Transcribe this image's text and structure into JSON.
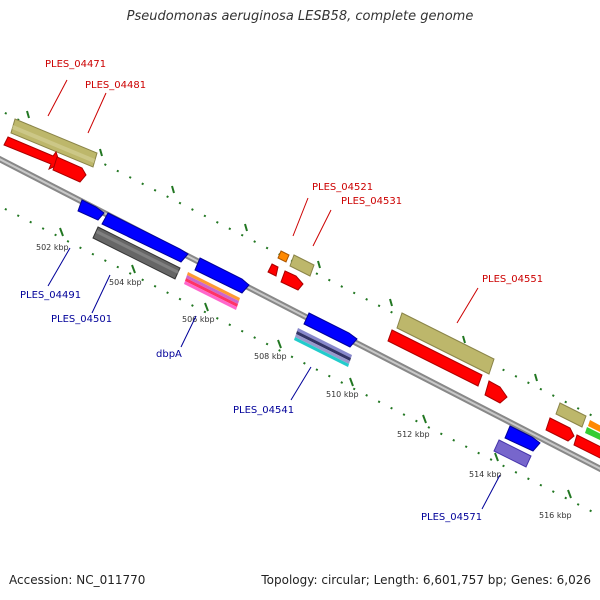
{
  "title": "Pseudomonas aeruginosa LESB58, complete genome",
  "footer": {
    "accession": "Accession: NC_011770",
    "summary": "Topology: circular; Length: 6,601,757 bp; Genes: 6,026"
  },
  "colors": {
    "backbone": "#999999",
    "tick": "#227722",
    "top_label": "#cc0000",
    "bottom_label": "#000099"
  },
  "genes_top": [
    {
      "name": "PLES_04471"
    },
    {
      "name": "PLES_04481"
    },
    {
      "name": "PLES_04521"
    },
    {
      "name": "PLES_04531"
    },
    {
      "name": "PLES_04551"
    }
  ],
  "genes_bottom": [
    {
      "name": "PLES_04491"
    },
    {
      "name": "PLES_04501"
    },
    {
      "name": "dbpA"
    },
    {
      "name": "PLES_04541"
    },
    {
      "name": "PLES_04571"
    }
  ],
  "ticks": [
    "502 kbp",
    "504 kbp",
    "506 kbp",
    "508 kbp",
    "510 kbp",
    "512 kbp",
    "514 kbp",
    "516 kbp"
  ]
}
